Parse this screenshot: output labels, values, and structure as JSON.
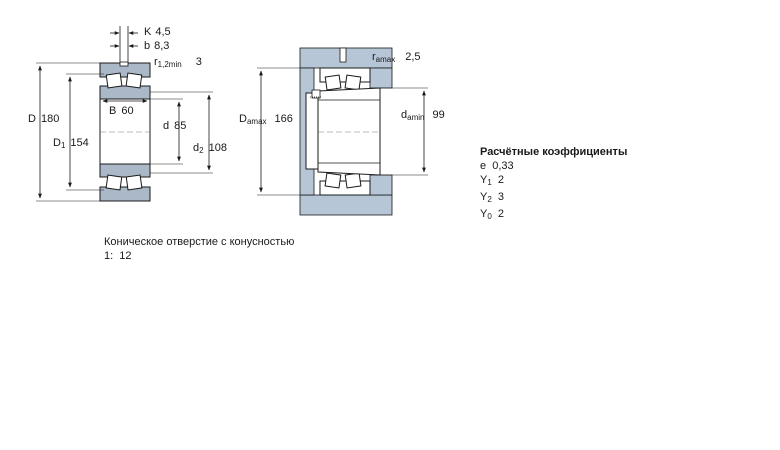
{
  "left_drawing": {
    "K": {
      "label": "K",
      "value": "4,5"
    },
    "b": {
      "label": "b",
      "value": "8,3"
    },
    "r12min": {
      "label": "r",
      "sub": "1,2min",
      "value": "3"
    },
    "D": {
      "label": "D",
      "value": "180"
    },
    "D1": {
      "label": "D",
      "sub": "1",
      "value": "154"
    },
    "B": {
      "label": "B",
      "value": "60"
    },
    "d": {
      "label": "d",
      "value": "85"
    },
    "d2": {
      "label": "d",
      "sub": "2",
      "value": "108"
    }
  },
  "right_drawing": {
    "ramax": {
      "label": "r",
      "sub": "amax",
      "value": "2,5"
    },
    "Damax": {
      "label": "D",
      "sub": "amax",
      "value": "166"
    },
    "damin": {
      "label": "d",
      "sub": "amin",
      "value": "99"
    }
  },
  "coefficients": {
    "title": "Расчётные коэффициенты",
    "e": {
      "label": "e",
      "value": "0,33"
    },
    "Y1": {
      "label": "Y",
      "sub": "1",
      "value": "2"
    },
    "Y2": {
      "label": "Y",
      "sub": "2",
      "value": "3"
    },
    "Y0": {
      "label": "Y",
      "sub": "0",
      "value": "2"
    }
  },
  "note": {
    "line1": "Коническое отверстие с конусностью",
    "line2": "1:  12"
  },
  "colors": {
    "ring": "#aab8c8",
    "housing": "#b6c6d6",
    "line": "#1a1a1a"
  }
}
